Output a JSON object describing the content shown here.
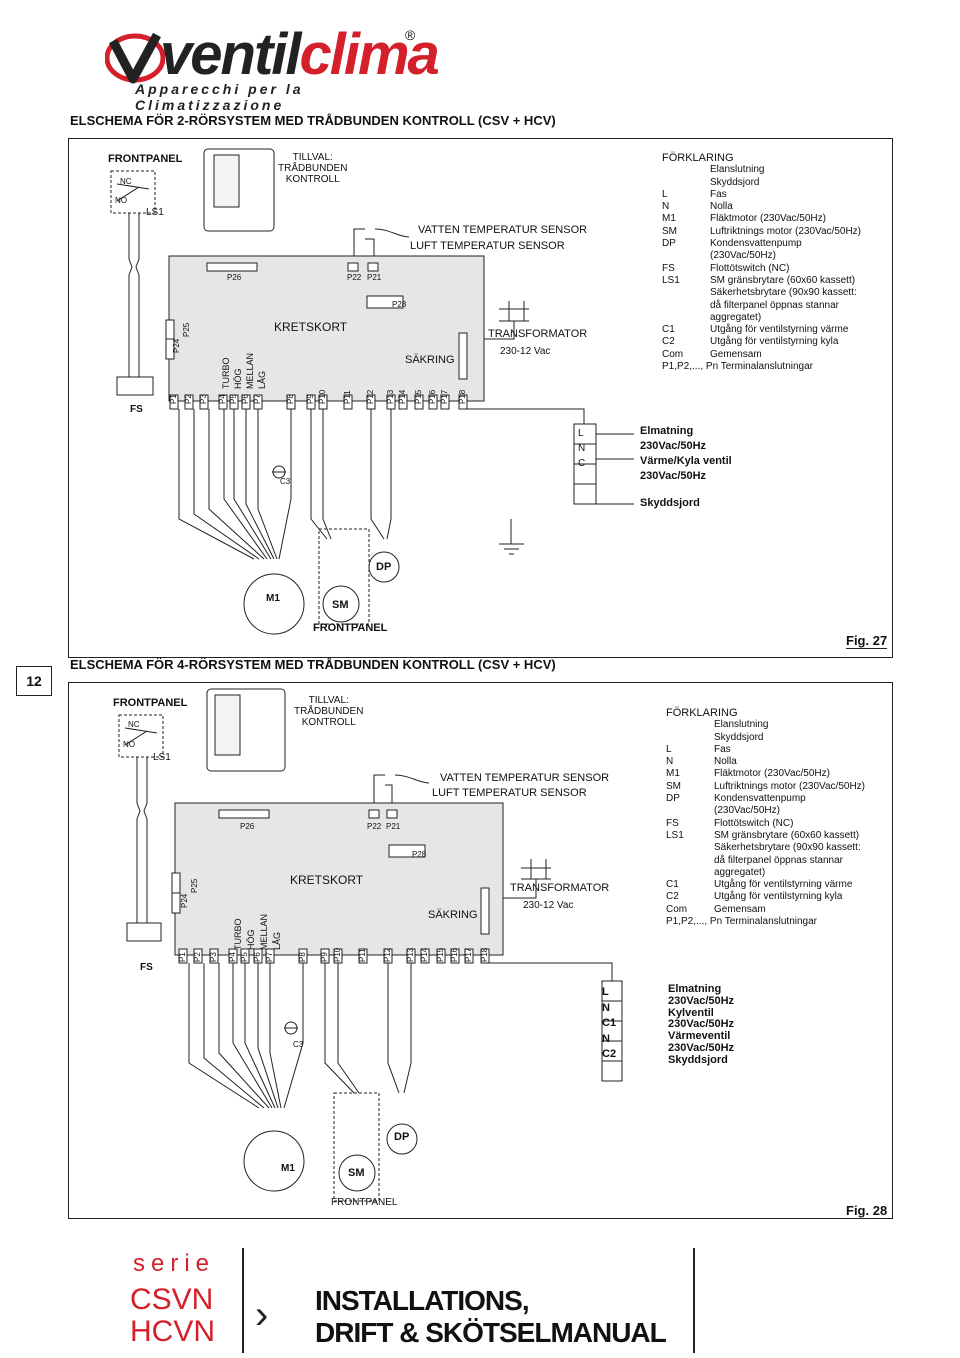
{
  "brand": {
    "ventil": "ventil",
    "clima": "clima",
    "subtitle": "Apparecchi per la Climatizzazione",
    "reg": "®"
  },
  "page_number": "12",
  "diagrams": [
    {
      "title": "ELSCHEMA FÖR 2-RÖRSYSTEM MED TRÅDBUNDEN KONTROLL (CSV + HCV)",
      "fig": "Fig. 27",
      "frontpanel": "FRONTPANEL",
      "nc": "NC",
      "no": "NO",
      "ls1": "LS1",
      "tillval": [
        "TILLVAL:",
        "TRÅDBUNDEN",
        "KONTROLL"
      ],
      "vatten": "VATTEN TEMPERATUR SENSOR",
      "luft": "LUFT TEMPERATUR SENSOR",
      "p26": "P26",
      "p22": "P22",
      "p21": "P21",
      "p28": "P28",
      "p24": "P24",
      "p25": "P25",
      "kretskort": "KRETSKORT",
      "sakring": "SÄKRING",
      "transformator": "TRANSFORMATOR",
      "vac": "230-12 Vac",
      "speeds": [
        "TURBO",
        "HÖG",
        "MELLAN",
        "LÅG"
      ],
      "pins": [
        "P1",
        "P2",
        "P3",
        "P4",
        "P5",
        "P6",
        "P7",
        "P8",
        "P9",
        "P10",
        "P11",
        "P12",
        "P13",
        "P14",
        "P15",
        "P16",
        "P17",
        "P18"
      ],
      "fs": "FS",
      "c3": "C3",
      "terminals": [
        "L",
        "N",
        "C"
      ],
      "supply": [
        "Elmatning",
        "230Vac/50Hz",
        "Värme/Kyla ventil",
        "230Vac/50Hz"
      ],
      "skyddsjord": "Skyddsjord",
      "m1": "M1",
      "sm": "SM",
      "dp": "DP",
      "frontpanel_bottom": "FRONTPANEL",
      "legend_title": "FÖRKLARING",
      "legend": [
        {
          "k": "",
          "v": "Elanslutning"
        },
        {
          "k": "",
          "v": "Skyddsjord"
        },
        {
          "k": "L",
          "v": "Fas"
        },
        {
          "k": "N",
          "v": "Nolla"
        },
        {
          "k": "M1",
          "v": "Fläktmotor (230Vac/50Hz)"
        },
        {
          "k": "SM",
          "v": "Luftriktnings motor (230Vac/50Hz)"
        },
        {
          "k": "DP",
          "v": "Kondensvattenpump"
        },
        {
          "k": "",
          "v": "(230Vac/50Hz)"
        },
        {
          "k": "FS",
          "v": "Flottötswitch (NC)"
        },
        {
          "k": "LS1",
          "v": "SM gränsbrytare (60x60 kassett)"
        },
        {
          "k": "",
          "v": "Säkerhetsbrytare (90x90 kassett:"
        },
        {
          "k": "",
          "v": "då filterpanel öppnas stannar"
        },
        {
          "k": "",
          "v": "aggregatet)"
        },
        {
          "k": "C1",
          "v": "Utgång för ventilstyrning värme"
        },
        {
          "k": "C2",
          "v": "Utgång för ventilstyrning kyla"
        },
        {
          "k": "Com",
          "v": "Gemensam"
        },
        {
          "k": "P1,P2,..., Pn Terminalanslutningar",
          "v": ""
        }
      ]
    },
    {
      "title": "ELSCHEMA FÖR 4-RÖRSYSTEM MED TRÅDBUNDEN KONTROLL (CSV + HCV)",
      "fig": "Fig. 28",
      "frontpanel": "FRONTPANEL",
      "nc": "NC",
      "no": "NO",
      "ls1": "LS1",
      "tillval": [
        "TILLVAL:",
        "TRÅDBUNDEN",
        "KONTROLL"
      ],
      "vatten": "VATTEN TEMPERATUR SENSOR",
      "luft": "LUFT TEMPERATUR SENSOR",
      "p26": "P26",
      "p22": "P22",
      "p21": "P21",
      "p28": "P28",
      "p24": "P24",
      "p25": "P25",
      "kretskort": "KRETSKORT",
      "sakring": "SÄKRING",
      "transformator": "TRANSFORMATOR",
      "vac": "230-12 Vac",
      "speeds": [
        "TURBO",
        "HÖG",
        "MELLAN",
        "LÅG"
      ],
      "pins": [
        "P1",
        "P2",
        "P3",
        "P4",
        "P5",
        "P6",
        "P7",
        "P8",
        "P9",
        "P10",
        "P11",
        "P12",
        "P13",
        "P14",
        "P15",
        "P16",
        "P17",
        "P18"
      ],
      "fs": "FS",
      "c3": "C3",
      "terminals": [
        "L",
        "N",
        "C1",
        "N",
        "C2"
      ],
      "supply": [
        "Elmatning",
        "230Vac/50Hz",
        "Kylventil",
        "230Vac/50Hz",
        "Värmeventil",
        "230Vac/50Hz",
        "Skyddsjord"
      ],
      "m1": "M1",
      "sm": "SM",
      "dp": "DP",
      "frontpanel_bottom": "FRONTPANEL",
      "legend_title": "FÖRKLARING",
      "legend": [
        {
          "k": "",
          "v": "Elanslutning"
        },
        {
          "k": "",
          "v": "Skyddsjord"
        },
        {
          "k": "L",
          "v": "Fas"
        },
        {
          "k": "N",
          "v": "Nolla"
        },
        {
          "k": "M1",
          "v": "Fläktmotor (230Vac/50Hz)"
        },
        {
          "k": "SM",
          "v": "Luftriktnings motor (230Vac/50Hz)"
        },
        {
          "k": "DP",
          "v": "Kondensvattenpump"
        },
        {
          "k": "",
          "v": "(230Vac/50Hz)"
        },
        {
          "k": "FS",
          "v": "Flottötswitch (NC)"
        },
        {
          "k": "LS1",
          "v": "SM gränsbrytare (60x60 kassett)"
        },
        {
          "k": "",
          "v": "Säkerhetsbrytare (90x90 kassett:"
        },
        {
          "k": "",
          "v": "då filterpanel öppnas stannar"
        },
        {
          "k": "",
          "v": "aggregatet)"
        },
        {
          "k": "C1",
          "v": "Utgång för ventilstyrning värme"
        },
        {
          "k": "C2",
          "v": "Utgång för ventilstyrning kyla"
        },
        {
          "k": "Com",
          "v": "Gemensam"
        },
        {
          "k": "P1,P2,..., Pn Terminalanslutningar",
          "v": ""
        }
      ]
    }
  ],
  "footer": {
    "serie": "serie",
    "model1": "CSVN",
    "model2": "HCVN",
    "manual1": "INSTALLATIONS,",
    "manual2": "DRIFT & SKÖTSELMANUAL"
  },
  "colors": {
    "brand_red": "#d4202a",
    "ink": "#222222",
    "board": "#e6e6e6"
  }
}
